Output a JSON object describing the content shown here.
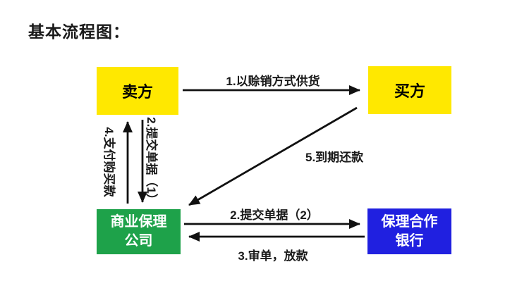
{
  "page": {
    "title": "基本流程图："
  },
  "colors": {
    "seller_box": "#FFE800",
    "buyer_box": "#FFE800",
    "factor_box": "#1EA24A",
    "bank_box": "#2020E0",
    "box_text_dark": "#000000",
    "box_text_light": "#FFFFFF",
    "arrow": "#111111",
    "background": "#FFFFFF"
  },
  "boxes": {
    "seller": {
      "label": "卖方"
    },
    "buyer": {
      "label": "买方"
    },
    "factor": {
      "line1": "商业保理",
      "line2": "公司"
    },
    "bank": {
      "line1": "保理合作",
      "line2": "银行"
    }
  },
  "arrows": {
    "supply": {
      "label": "1.以赊销方式供货",
      "from": "seller",
      "to": "buyer"
    },
    "submit_docs_1": {
      "label": "2.提交单据（1）",
      "from": "seller",
      "to": "factor"
    },
    "pay_purchase": {
      "label": "4.支付购买款",
      "from": "factor",
      "to": "seller"
    },
    "repay": {
      "label": "5.到期还款",
      "from": "buyer",
      "to": "factor"
    },
    "submit_docs_2": {
      "label": "2.提交单据（2）",
      "from": "factor",
      "to": "bank"
    },
    "review_lend": {
      "label": "3.审单，放款",
      "from": "bank",
      "to": "factor"
    }
  }
}
